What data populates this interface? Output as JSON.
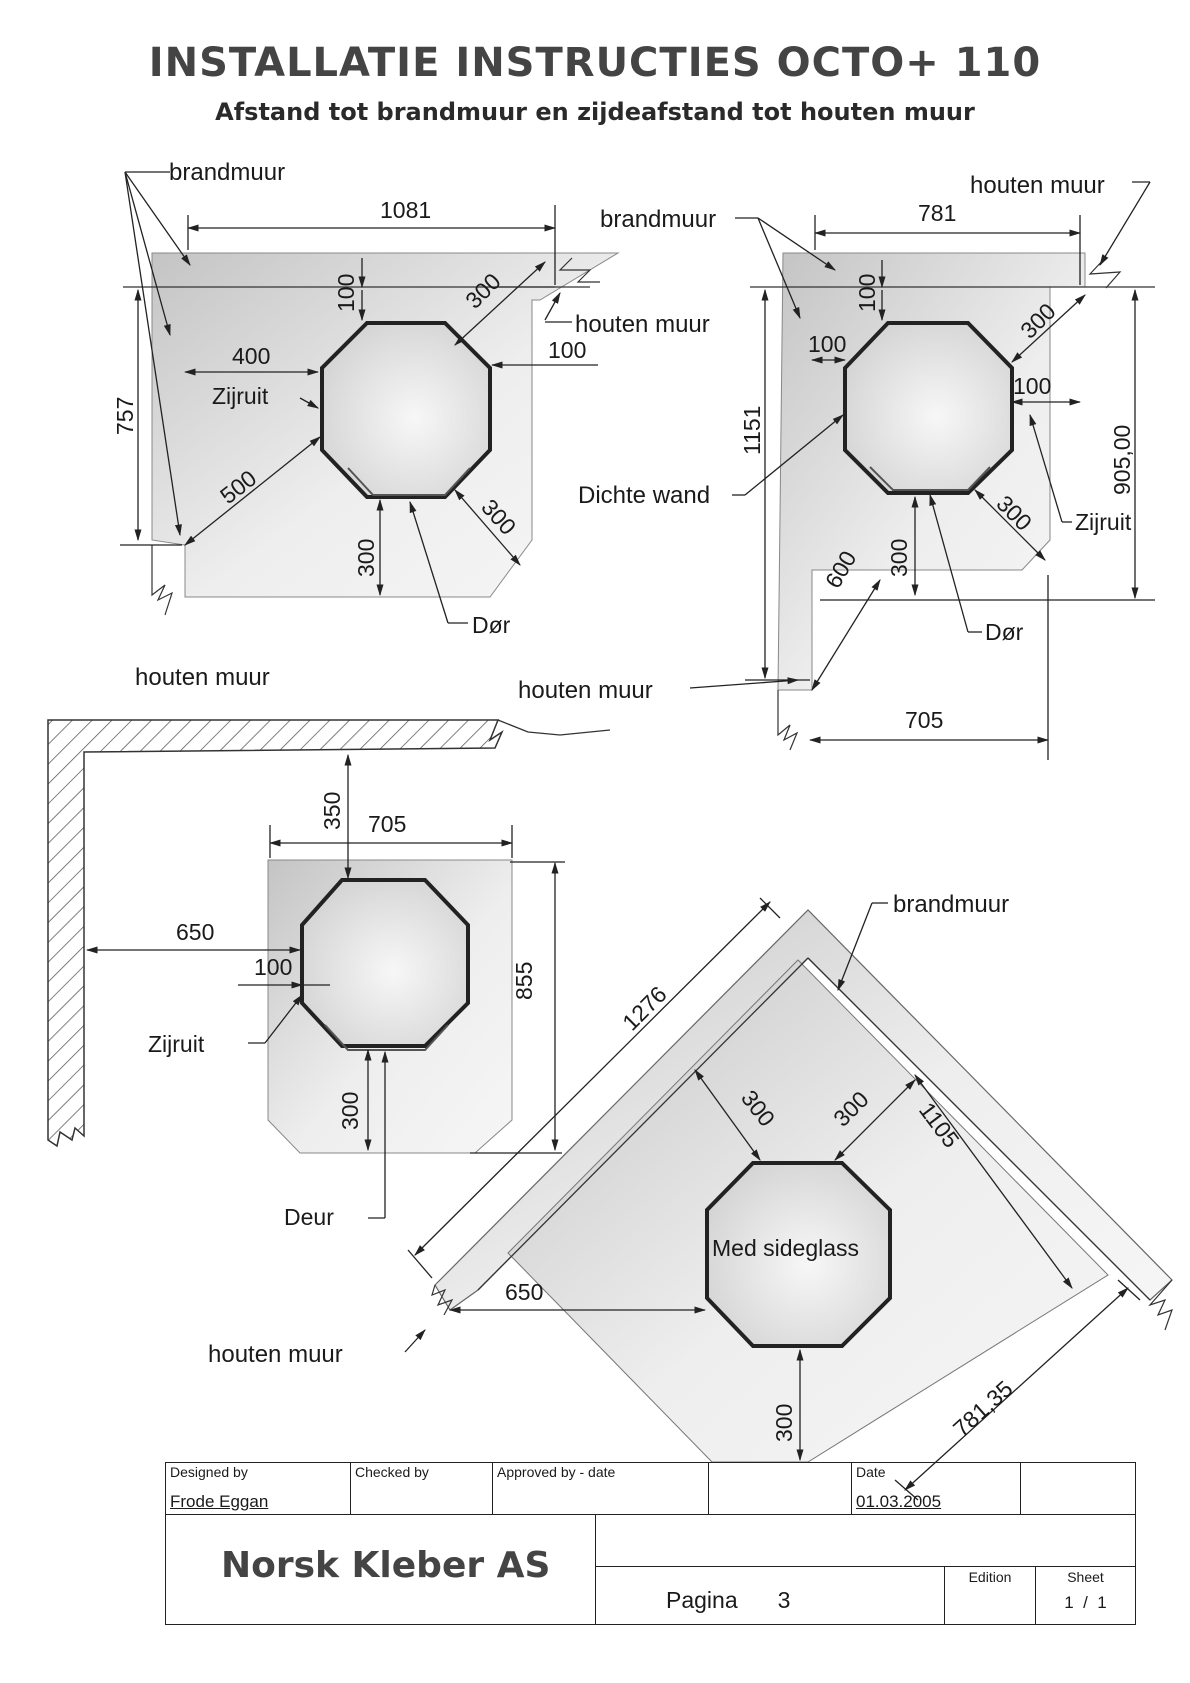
{
  "header": {
    "title": "INSTALLATIE INSTRUCTIES OCTO+ 110",
    "subtitle": "Afstand tot brandmuur en zijdeafstand tot houten muur"
  },
  "diagram1": {
    "lbl_brandmuur": "brandmuur",
    "lbl_houten": "houten muur",
    "lbl_houten_below": "houten muur",
    "lbl_zijruit": "Zijruit",
    "lbl_dor": "Dør",
    "dim_width": "1081",
    "dim_height": "757",
    "dim_top": "100",
    "dim_diag_top": "300",
    "dim_right": "100",
    "dim_left": "400",
    "dim_diag_left": "500",
    "dim_bottom": "300",
    "dim_diag_bottom": "300"
  },
  "diagram2": {
    "lbl_brandmuur": "brandmuur",
    "lbl_houten_top": "houten muur",
    "lbl_houten_bottom": "houten muur",
    "lbl_dichte": "Dichte wand",
    "lbl_zijruit": "Zijruit",
    "lbl_dor": "Dør",
    "dim_width": "781",
    "dim_height_left": "1151",
    "dim_height_right": "905,00",
    "dim_top": "100",
    "dim_left": "100",
    "dim_right": "100",
    "dim_diag_top": "300",
    "dim_diag_left": "600",
    "dim_bottom": "300",
    "dim_diag_bottom": "300",
    "dim_base": "705"
  },
  "diagram3": {
    "lbl_zijruit": "Zijruit",
    "lbl_deur": "Deur",
    "dim_top": "350",
    "dim_width": "705",
    "dim_left": "650",
    "dim_side": "100",
    "dim_height": "855",
    "dim_bottom": "300"
  },
  "diagram4": {
    "lbl_brandmuur": "brandmuur",
    "lbl_houten": "houten muur",
    "lbl_center": "Med sideglass",
    "dim_outer": "1276",
    "dim_inner": "1105",
    "dim_left_diag": "300",
    "dim_right_diag": "300",
    "dim_left": "650",
    "dim_bottom": "300",
    "dim_diag_base": "781,35"
  },
  "titleblock": {
    "designed_label": "Designed by",
    "designed_value": "Frode Eggan",
    "checked_label": "Checked by",
    "approved_label": "Approved by - date",
    "date_label": "Date",
    "date_value": "01.03.2005",
    "company": "Norsk Kleber AS",
    "pagina_label": "Pagina",
    "pagina_value": "3",
    "edition_label": "Edition",
    "sheet_label": "Sheet",
    "sheet_value": "1  /  1"
  }
}
